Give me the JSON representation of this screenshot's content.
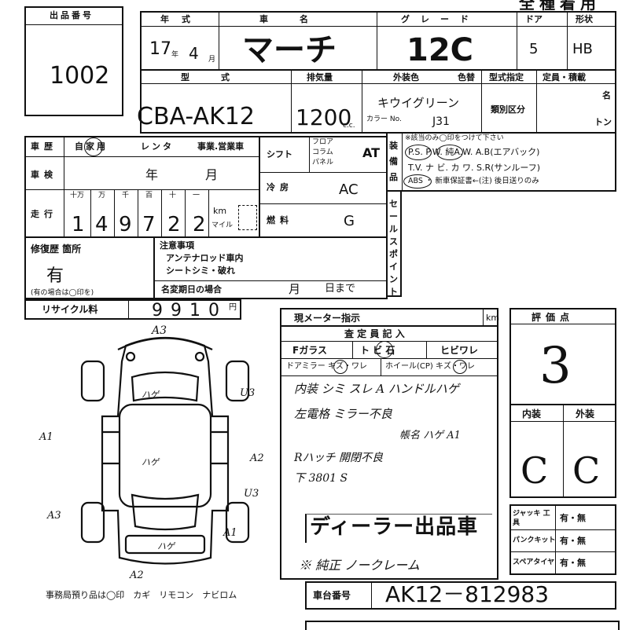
{
  "listing": {
    "label": "出品番号",
    "number": "1002"
  },
  "header": {
    "top_right": "全種着用",
    "year_label": "年式",
    "maker_label": "車名",
    "grade_label": "グレード",
    "door_label": "ドア",
    "shape_label": "形状",
    "year": "17",
    "year_unit": "年",
    "month": "4",
    "month_unit": "月",
    "car_name": "マーチ",
    "grade": "12C",
    "doors": "5",
    "shape": "HB"
  },
  "spec": {
    "model_label": "型式",
    "disp_label": "排気量",
    "color_label": "外装色",
    "color_change_label": "色替",
    "type_label": "型式指定",
    "class_label": "類別区分",
    "capacity_label": "定員・積載",
    "model": "CBA-AK12",
    "displacement": "1200",
    "cc": "c.c.",
    "color": "キウイグリーン",
    "color_code_label": "カラー No.",
    "color_code": "J31",
    "person_unit": "名",
    "ton_unit": "トン"
  },
  "history": {
    "label": "車歴",
    "private": "自家用",
    "rental": "レンタ",
    "business": "事業.営業車"
  },
  "shift": {
    "label": "シフト",
    "options": [
      "フロア",
      "コラム",
      "パネル"
    ],
    "value": "AT"
  },
  "ac": {
    "label": "冷房",
    "value": "AC"
  },
  "fuel": {
    "label": "燃料",
    "value": "G"
  },
  "inspection": {
    "label": "車検",
    "year": "年",
    "month": "月"
  },
  "mileage": {
    "label": "走行",
    "units": [
      "十万",
      "万",
      "千",
      "百",
      "十",
      "一"
    ],
    "digits": [
      "1",
      "4",
      "9",
      "7",
      "2",
      "2"
    ],
    "km": "km",
    "mile": "マイル"
  },
  "equipment": {
    "label": "装備品",
    "note": "※該当のみ◯印をつけて下さい",
    "line1": "P.S.  P.W.  純A.W.  A.B(エアバック)",
    "line2": "T.V.  ナ ビ.  カ ワ.  S.R(サンルーフ)",
    "line3": "ABS ・ 新車保証書←(注) 後日送りのみ"
  },
  "sales_point": {
    "label": "セールスポイント"
  },
  "repair": {
    "label": "修復歴 箇所",
    "value": "有",
    "note": "(有の場合は◯印を)"
  },
  "caution": {
    "label": "注意事項",
    "line1": "アンテナロッド車内",
    "line2": "シートシミ・破れ",
    "change_label": "名変期日の場合",
    "month": "月",
    "day": "日まで"
  },
  "recycle": {
    "label": "リサイクル料",
    "value": "9910",
    "unit": "円"
  },
  "meter": {
    "label": "現メーター指示",
    "unit": "km"
  },
  "inspector": {
    "label": "査 定 員 記 入",
    "glass": "Fガラス",
    "stone": "ト ビ 石",
    "crack": "ヒビワレ",
    "mirror": "ドアミラー キズ・ワレ",
    "wheel": "ホイール(CP) キズ・ワレ",
    "notes": [
      "内装 シミ スレ A  ハンドルハゲ",
      "左電格 ミラー不良",
      "帳名 ハゲ A1",
      "Rハッチ 開閉不良",
      "下 3801 S"
    ],
    "dealer_stamp": "ディーラー出品車",
    "bottom_note": "※ 純正 ノークレーム"
  },
  "score": {
    "label": "評価点",
    "value": "3"
  },
  "interior": {
    "label": "内装",
    "value": "C"
  },
  "exterior": {
    "label": "外装",
    "value": "C"
  },
  "tools": [
    {
      "label": "ジャッキ 工具",
      "value": "有・無"
    },
    {
      "label": "パンクキット",
      "value": "有・無"
    },
    {
      "label": "スペアタイヤ",
      "value": "有・無"
    }
  ],
  "chassis": {
    "label": "車台番号",
    "value": "AK12－812983"
  },
  "diagram": {
    "marks": [
      "A3",
      "U3",
      "A1",
      "A2",
      "U3",
      "A3",
      "A1",
      "A2"
    ],
    "center_mark": "ハゲ",
    "roof_mark": "ハゲ",
    "rear_mark": "ハゲ"
  },
  "footer": {
    "note": "事務局預り品は◯印　カギ　リモコン　ナビロム"
  }
}
